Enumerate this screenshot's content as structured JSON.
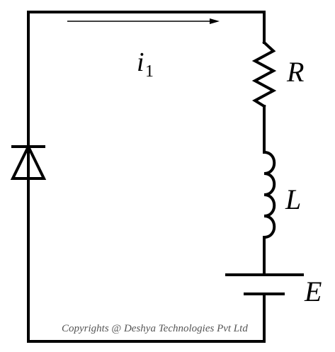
{
  "labels": {
    "current_symbol": "i",
    "current_subscript": "1",
    "resistor": "R",
    "inductor": "L",
    "source": "E"
  },
  "watermark": "Copyrights @ Deshya Technologies Pvt Ltd",
  "components": {
    "diode": "diode-icon",
    "resistor": "resistor-icon",
    "inductor": "inductor-icon",
    "battery": "battery-icon",
    "arrow": "current-arrow-icon"
  }
}
